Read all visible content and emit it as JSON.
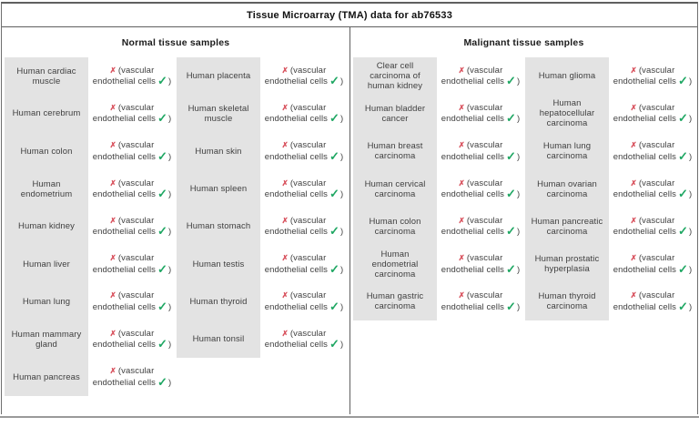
{
  "title": "Tissue Microarray (TMA) data for ab76533",
  "result_annotation": {
    "negative_symbol": "✗",
    "line1_text": "(vascular",
    "line2_text": "endothelial cells",
    "positive_symbol": "✓",
    "closing": ")",
    "full_text": "✗ (vascular endothelial cells ✓)"
  },
  "colors": {
    "negative_marker": "#d8505c",
    "positive_marker": "#1fa763",
    "tissue_cell_background": "#e3e3e3",
    "border": "#5f5f5f",
    "bottom_rule": "#9a9a9a"
  },
  "panels": [
    {
      "header": "Normal tissue samples",
      "columns": [
        {
          "tissues": [
            "Human cardiac muscle",
            "Human cerebrum",
            "Human colon",
            "Human endometrium",
            "Human kidney",
            "Human liver",
            "Human lung",
            "Human mammary gland",
            "Human pancreas"
          ]
        },
        {
          "tissues": [
            "Human placenta",
            "Human skeletal muscle",
            "Human skin",
            "Human spleen",
            "Human stomach",
            "Human testis",
            "Human thyroid",
            "Human tonsil"
          ]
        }
      ]
    },
    {
      "header": "Malignant tissue samples",
      "columns": [
        {
          "tissues": [
            "Clear cell carcinoma of human kidney",
            "Human bladder cancer",
            "Human breast carcinoma",
            "Human cervical carcinoma",
            "Human colon carcinoma",
            "Human endometrial carcinoma",
            "Human gastric carcinoma"
          ]
        },
        {
          "tissues": [
            "Human glioma",
            "Human hepatocellular carcinoma",
            "Human lung carcinoma",
            "Human ovarian carcinoma",
            "Human pancreatic carcinoma",
            "Human prostatic hyperplasia",
            "Human thyroid carcinoma"
          ]
        }
      ]
    }
  ]
}
